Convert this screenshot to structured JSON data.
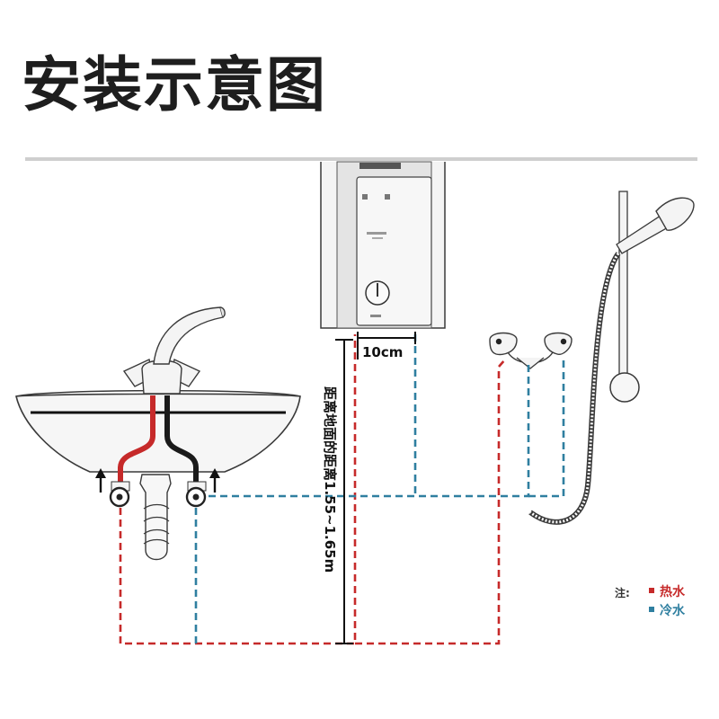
{
  "title": "安装示意图",
  "gap_label": "10cm",
  "height_label": "距离地面的距离1.55~1.65m",
  "legend": {
    "prefix": "注:",
    "hot_label": "热水",
    "cold_label": "冷水",
    "hot_color": "#c62a2a",
    "cold_color": "#2f7fa0"
  },
  "colors": {
    "title": "#1e1e1e",
    "rule": "#cfcfcf",
    "outline": "#3a3a3a"
  }
}
